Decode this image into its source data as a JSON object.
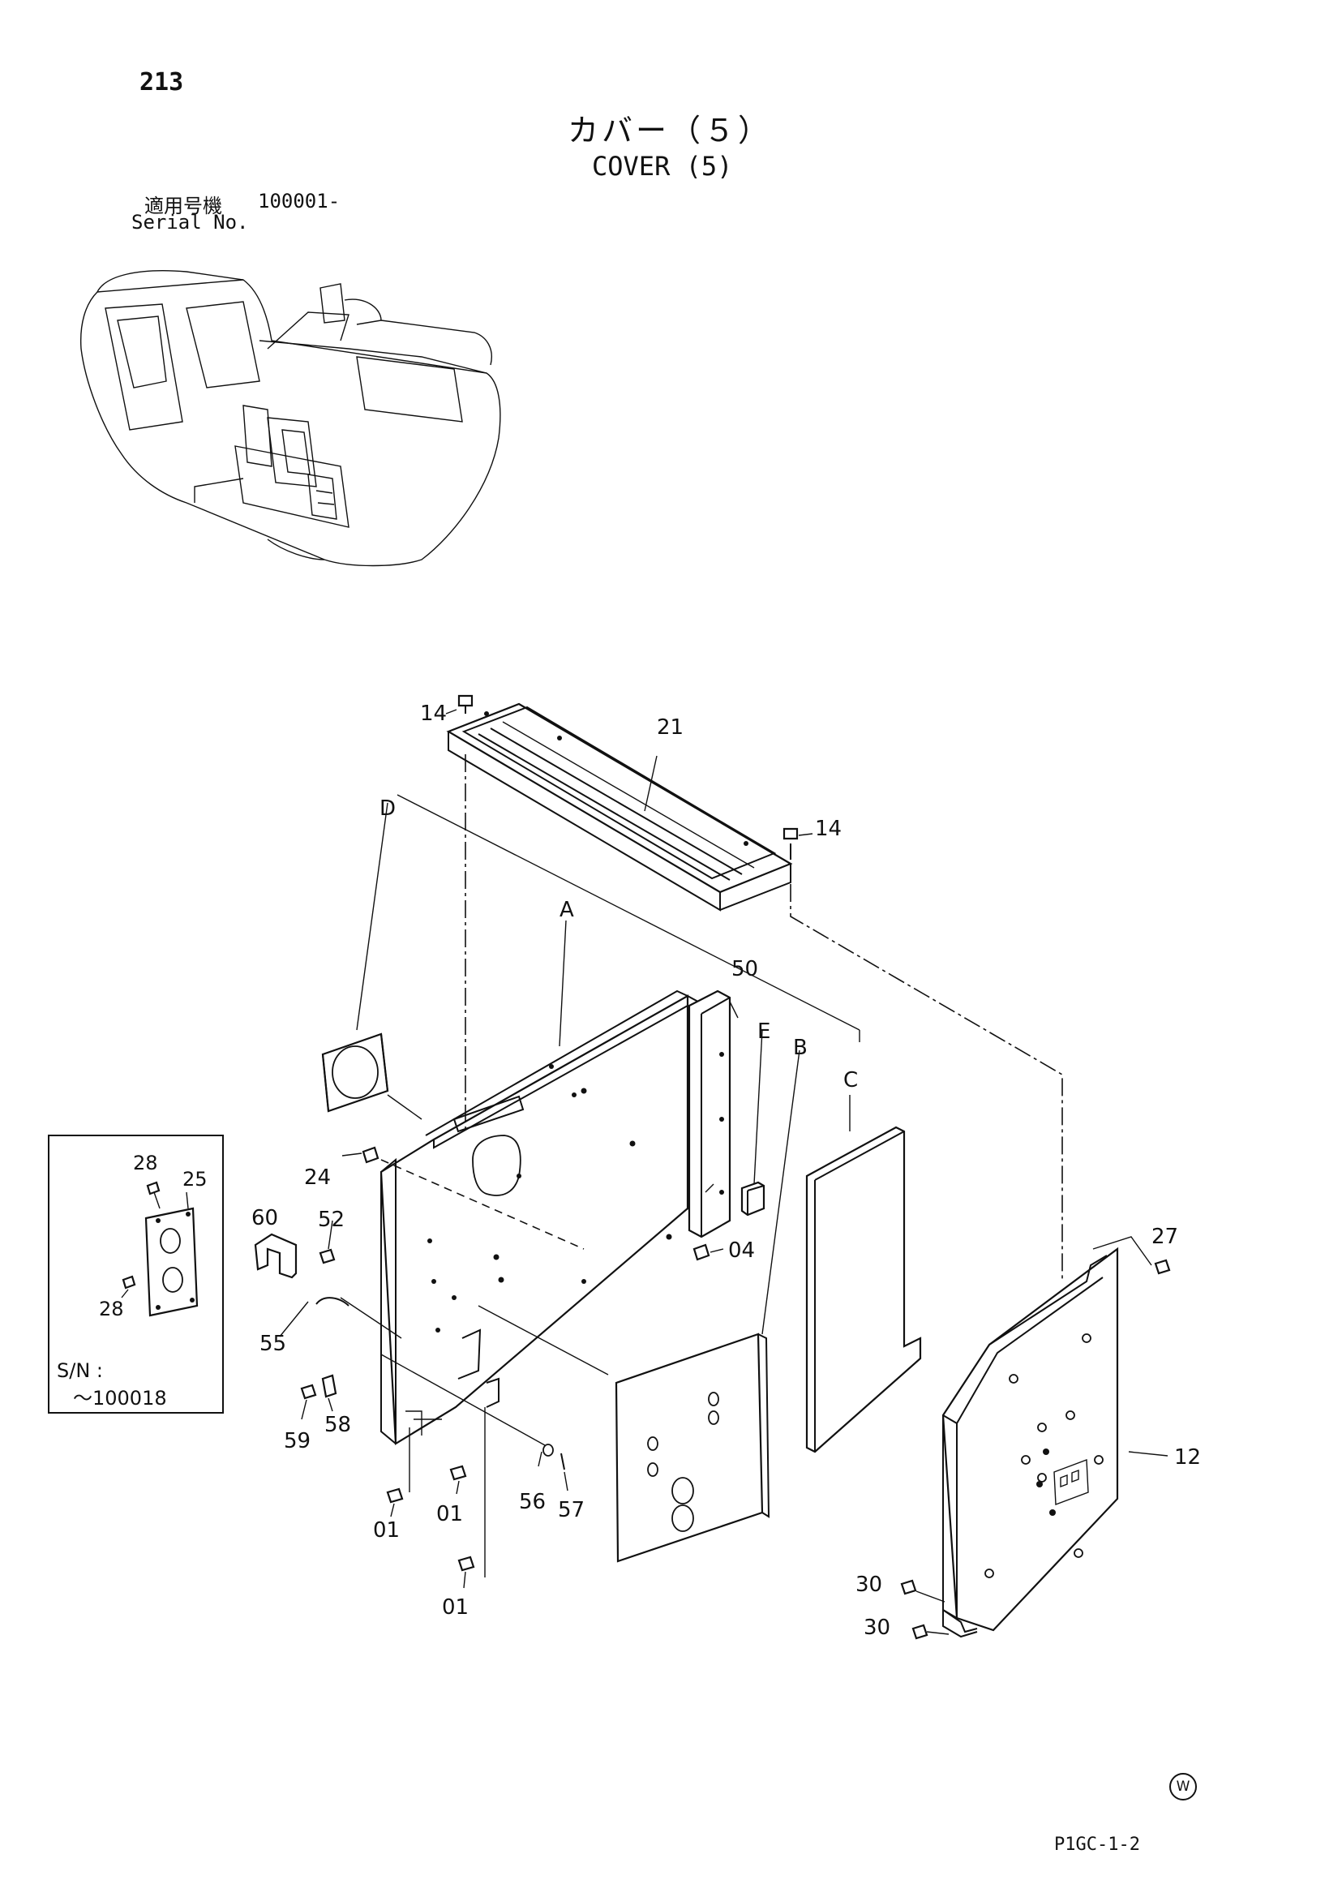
{
  "page": {
    "page_number": "213",
    "title_jp": "カバー（５）",
    "title_en": "COVER (5)",
    "serial_label_jp": "適用号機",
    "serial_value": "100001-",
    "serial_label_en": "Serial No.",
    "drawing_code": "P1GC-1-2",
    "revision_mark": "W"
  },
  "callouts": {
    "c14a": "14",
    "c14b": "14",
    "c21": "21",
    "cD": "D",
    "cA": "A",
    "cE": "E",
    "cB": "B",
    "cC": "C",
    "c50": "50",
    "c24": "24",
    "c04": "04",
    "c60": "60",
    "c52": "52",
    "c55": "55",
    "c59": "59",
    "c58": "58",
    "c56": "56",
    "c57": "57",
    "c01a": "01",
    "c01b": "01",
    "c01c": "01",
    "c27": "27",
    "c12": "12",
    "c30a": "30",
    "c30b": "30"
  },
  "inset": {
    "c28a": "28",
    "c25": "25",
    "c28b": "28",
    "sn_label": "S/N :",
    "sn_value": "～100018"
  }
}
